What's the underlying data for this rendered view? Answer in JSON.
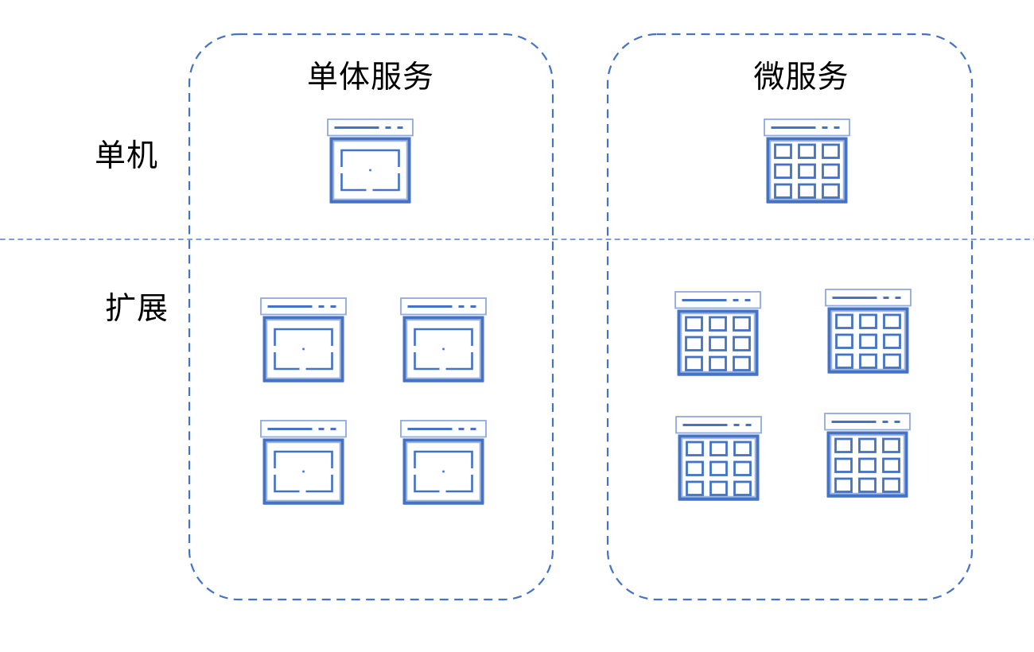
{
  "diagram": {
    "title_context": "monolith-vs-microservices-scaling-diagram",
    "columns": [
      {
        "title": "单体服务",
        "icon": "browser-window-icon",
        "single_count": 1,
        "scaled_count": 4
      },
      {
        "title": "微服务",
        "icon": "grid-window-icon",
        "single_count": 1,
        "scaled_count": 4
      }
    ],
    "rows": [
      {
        "label": "单机"
      },
      {
        "label": "扩展"
      }
    ],
    "colors": {
      "accent": "#4472C4",
      "accent_light": "#8FAADC",
      "text": "#000000",
      "background": "#ffffff"
    }
  }
}
